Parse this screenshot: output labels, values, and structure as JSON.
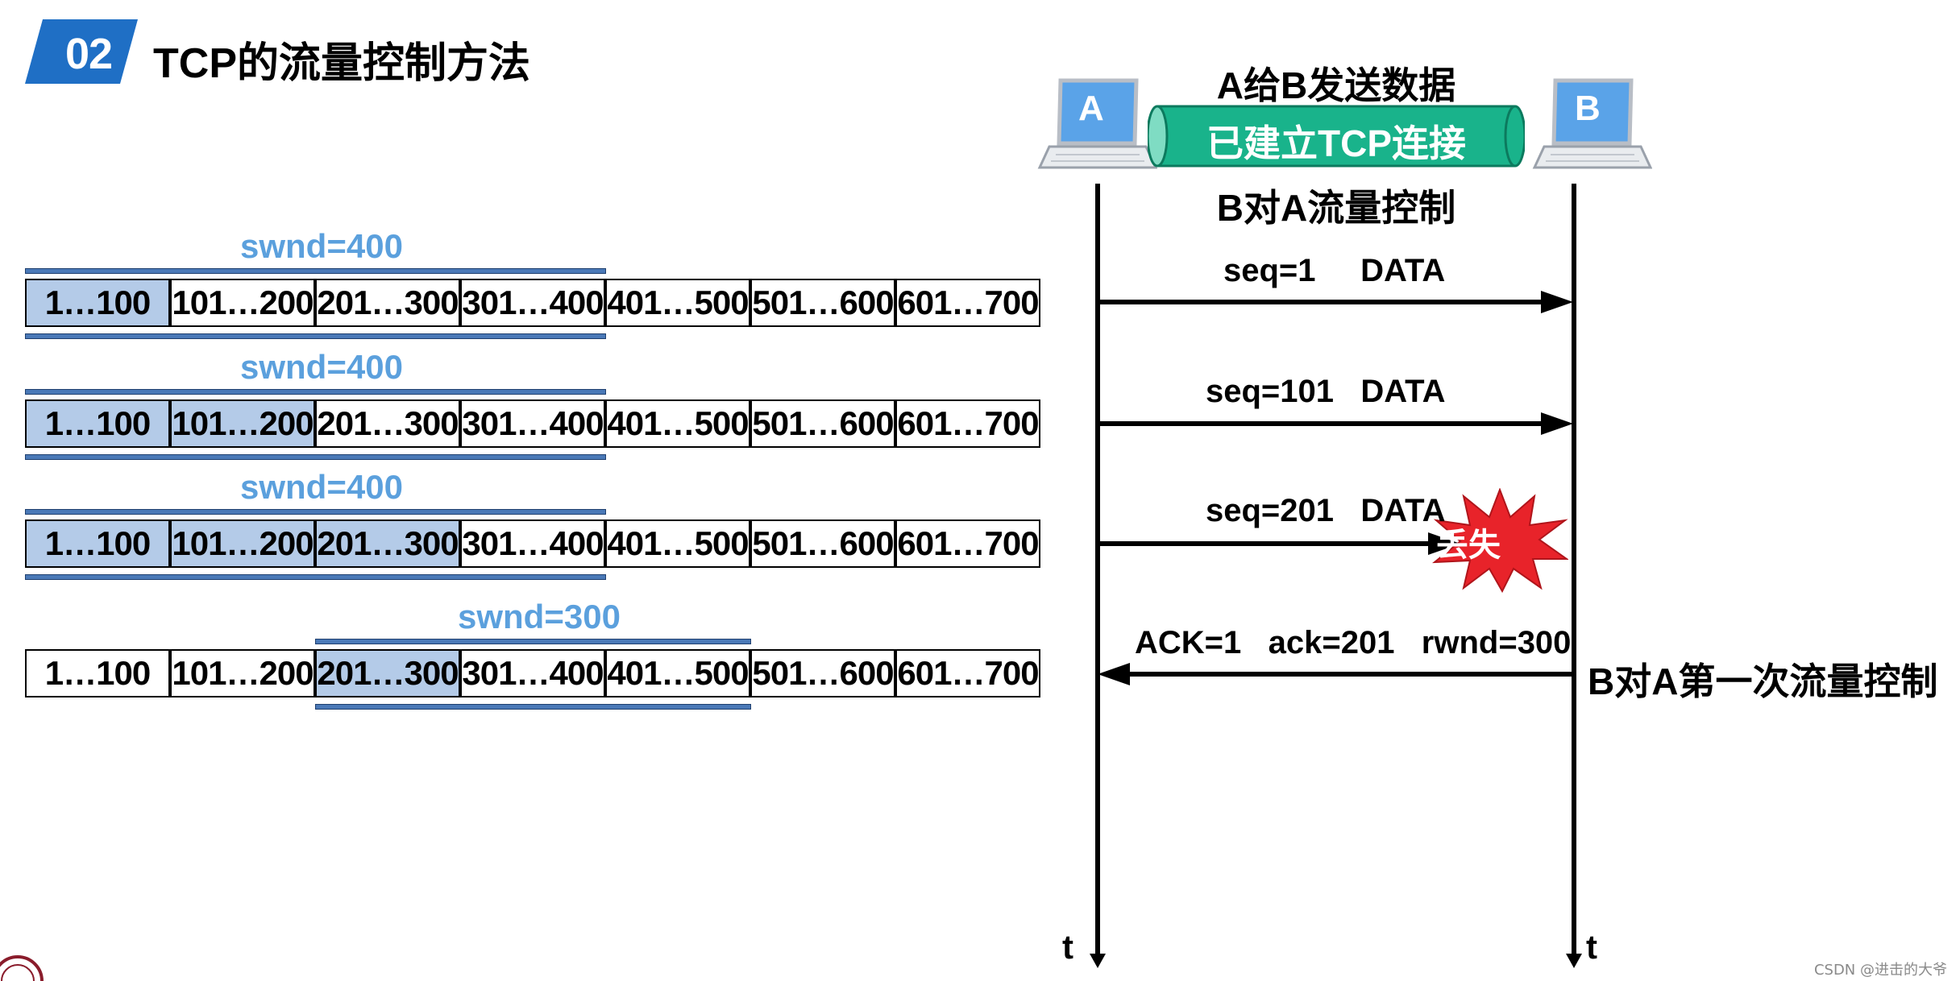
{
  "header": {
    "number": "02",
    "title": "TCP的流量控制方法"
  },
  "strips": [
    {
      "swnd": "swnd=400",
      "cells": [
        "1…100",
        "101…200",
        "201…300",
        "301…400",
        "401…500",
        "501…600",
        "601…700"
      ],
      "sent": [
        0
      ]
    },
    {
      "swnd": "swnd=400",
      "cells": [
        "1…100",
        "101…200",
        "201…300",
        "301…400",
        "401…500",
        "501…600",
        "601…700"
      ],
      "sent": [
        0,
        1
      ]
    },
    {
      "swnd": "swnd=400",
      "cells": [
        "1…100",
        "101…200",
        "201…300",
        "301…400",
        "401…500",
        "501…600",
        "601…700"
      ],
      "sent": [
        0,
        1,
        2
      ]
    },
    {
      "swnd": "swnd=300",
      "cells": [
        "1…100",
        "101…200",
        "201…300",
        "301…400",
        "401…500",
        "501…600",
        "601…700"
      ],
      "sent": [
        2
      ]
    }
  ],
  "hosts": {
    "a": "A",
    "b": "B"
  },
  "connection": {
    "top_caption": "A给B发送数据",
    "pipe_label": "已建立TCP连接",
    "bottom_caption": "B对A流量控制"
  },
  "messages": [
    {
      "label": "seq=1     DATA"
    },
    {
      "label": "seq=101   DATA"
    },
    {
      "label": "seq=201   DATA"
    },
    {
      "label": "ACK=1   ack=201   rwnd=300"
    }
  ],
  "lost_label": "丢失",
  "flow_control_label": "B对A第一次流量控制",
  "time_label": "t",
  "watermark": "CSDN @进击的大爷",
  "colors": {
    "badge": "#1f6fc5",
    "sent_fill": "#b4cbe8",
    "window_bar": "#4a79b7",
    "swnd_text": "#5ba0dd",
    "pipe": "#19b38b",
    "burst": "#e8232a"
  }
}
